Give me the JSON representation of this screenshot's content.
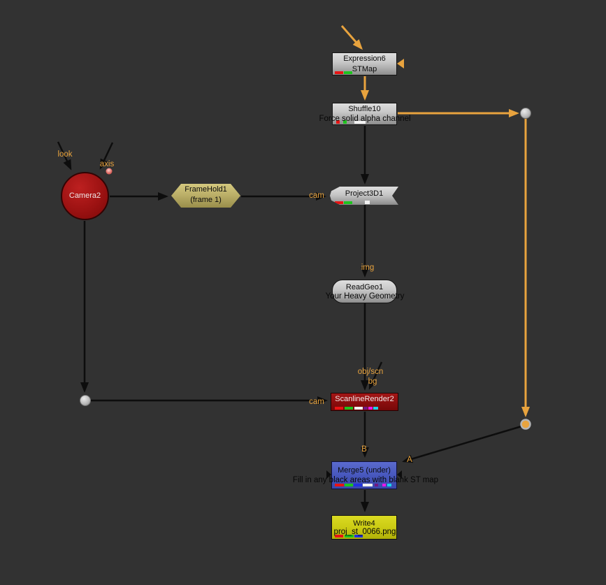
{
  "app": "node-graph",
  "colors": {
    "background": "#323232",
    "accent_orange": "#e8a33e",
    "edge_black": "#0d0d0d",
    "node_gray": "#c0c0c0",
    "camera_red": "#9c1212",
    "framehold_olive": "#b5a95f",
    "scanline_red": "#8b0e0e",
    "merge_blue": "#4a5ac0",
    "write_yellow": "#cccc14",
    "indicator_red": "#e81414",
    "indicator_green": "#1ec41e",
    "indicator_blue": "#2232e0",
    "indicator_white": "#f2f2f2",
    "indicator_purple": "#6f1884",
    "indicator_magenta": "#e818e8",
    "indicator_cyan": "#1ad2e8"
  },
  "nodes": {
    "expression6": {
      "title": "Expression6",
      "subtitle": "STMap"
    },
    "shuffle10": {
      "title": "Shuffle10",
      "note": "Force solid alpha channel"
    },
    "camera2": {
      "title": "Camera2"
    },
    "framehold1": {
      "title": "FrameHold1",
      "subtitle": "(frame 1)"
    },
    "project3d1": {
      "title": "Project3D1"
    },
    "readgeo1": {
      "title": "ReadGeo1",
      "note": "Your Heavy Geometry"
    },
    "scanlinerender2": {
      "title": "ScanlineRender2"
    },
    "merge5": {
      "title": "Merge5 (under)",
      "note": "Fill in any black areas with blank ST map"
    },
    "write4": {
      "title": "Write4",
      "note": "proj_st_0066.png"
    }
  },
  "ports": {
    "look": "look",
    "axis": "axis",
    "cam_project": "cam",
    "img": "img",
    "obj_scn": "obj/scn",
    "bg": "bg",
    "cam_scanline": "cam",
    "merge_b": "B",
    "merge_a": "A"
  }
}
